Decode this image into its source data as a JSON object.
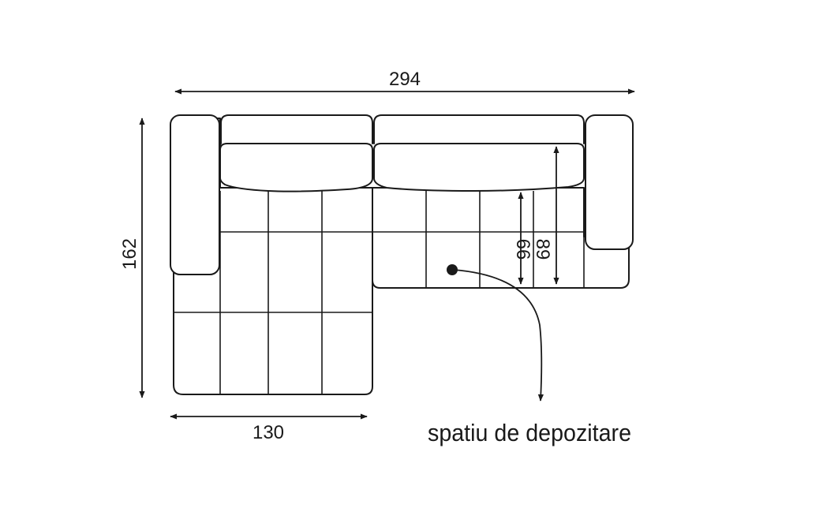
{
  "dimensions": {
    "total_width": "294",
    "total_depth": "162",
    "chaise_width": "130",
    "seat_height": "66",
    "back_height": "89"
  },
  "annotation": {
    "storage_label": "spatiu de depozitare"
  }
}
